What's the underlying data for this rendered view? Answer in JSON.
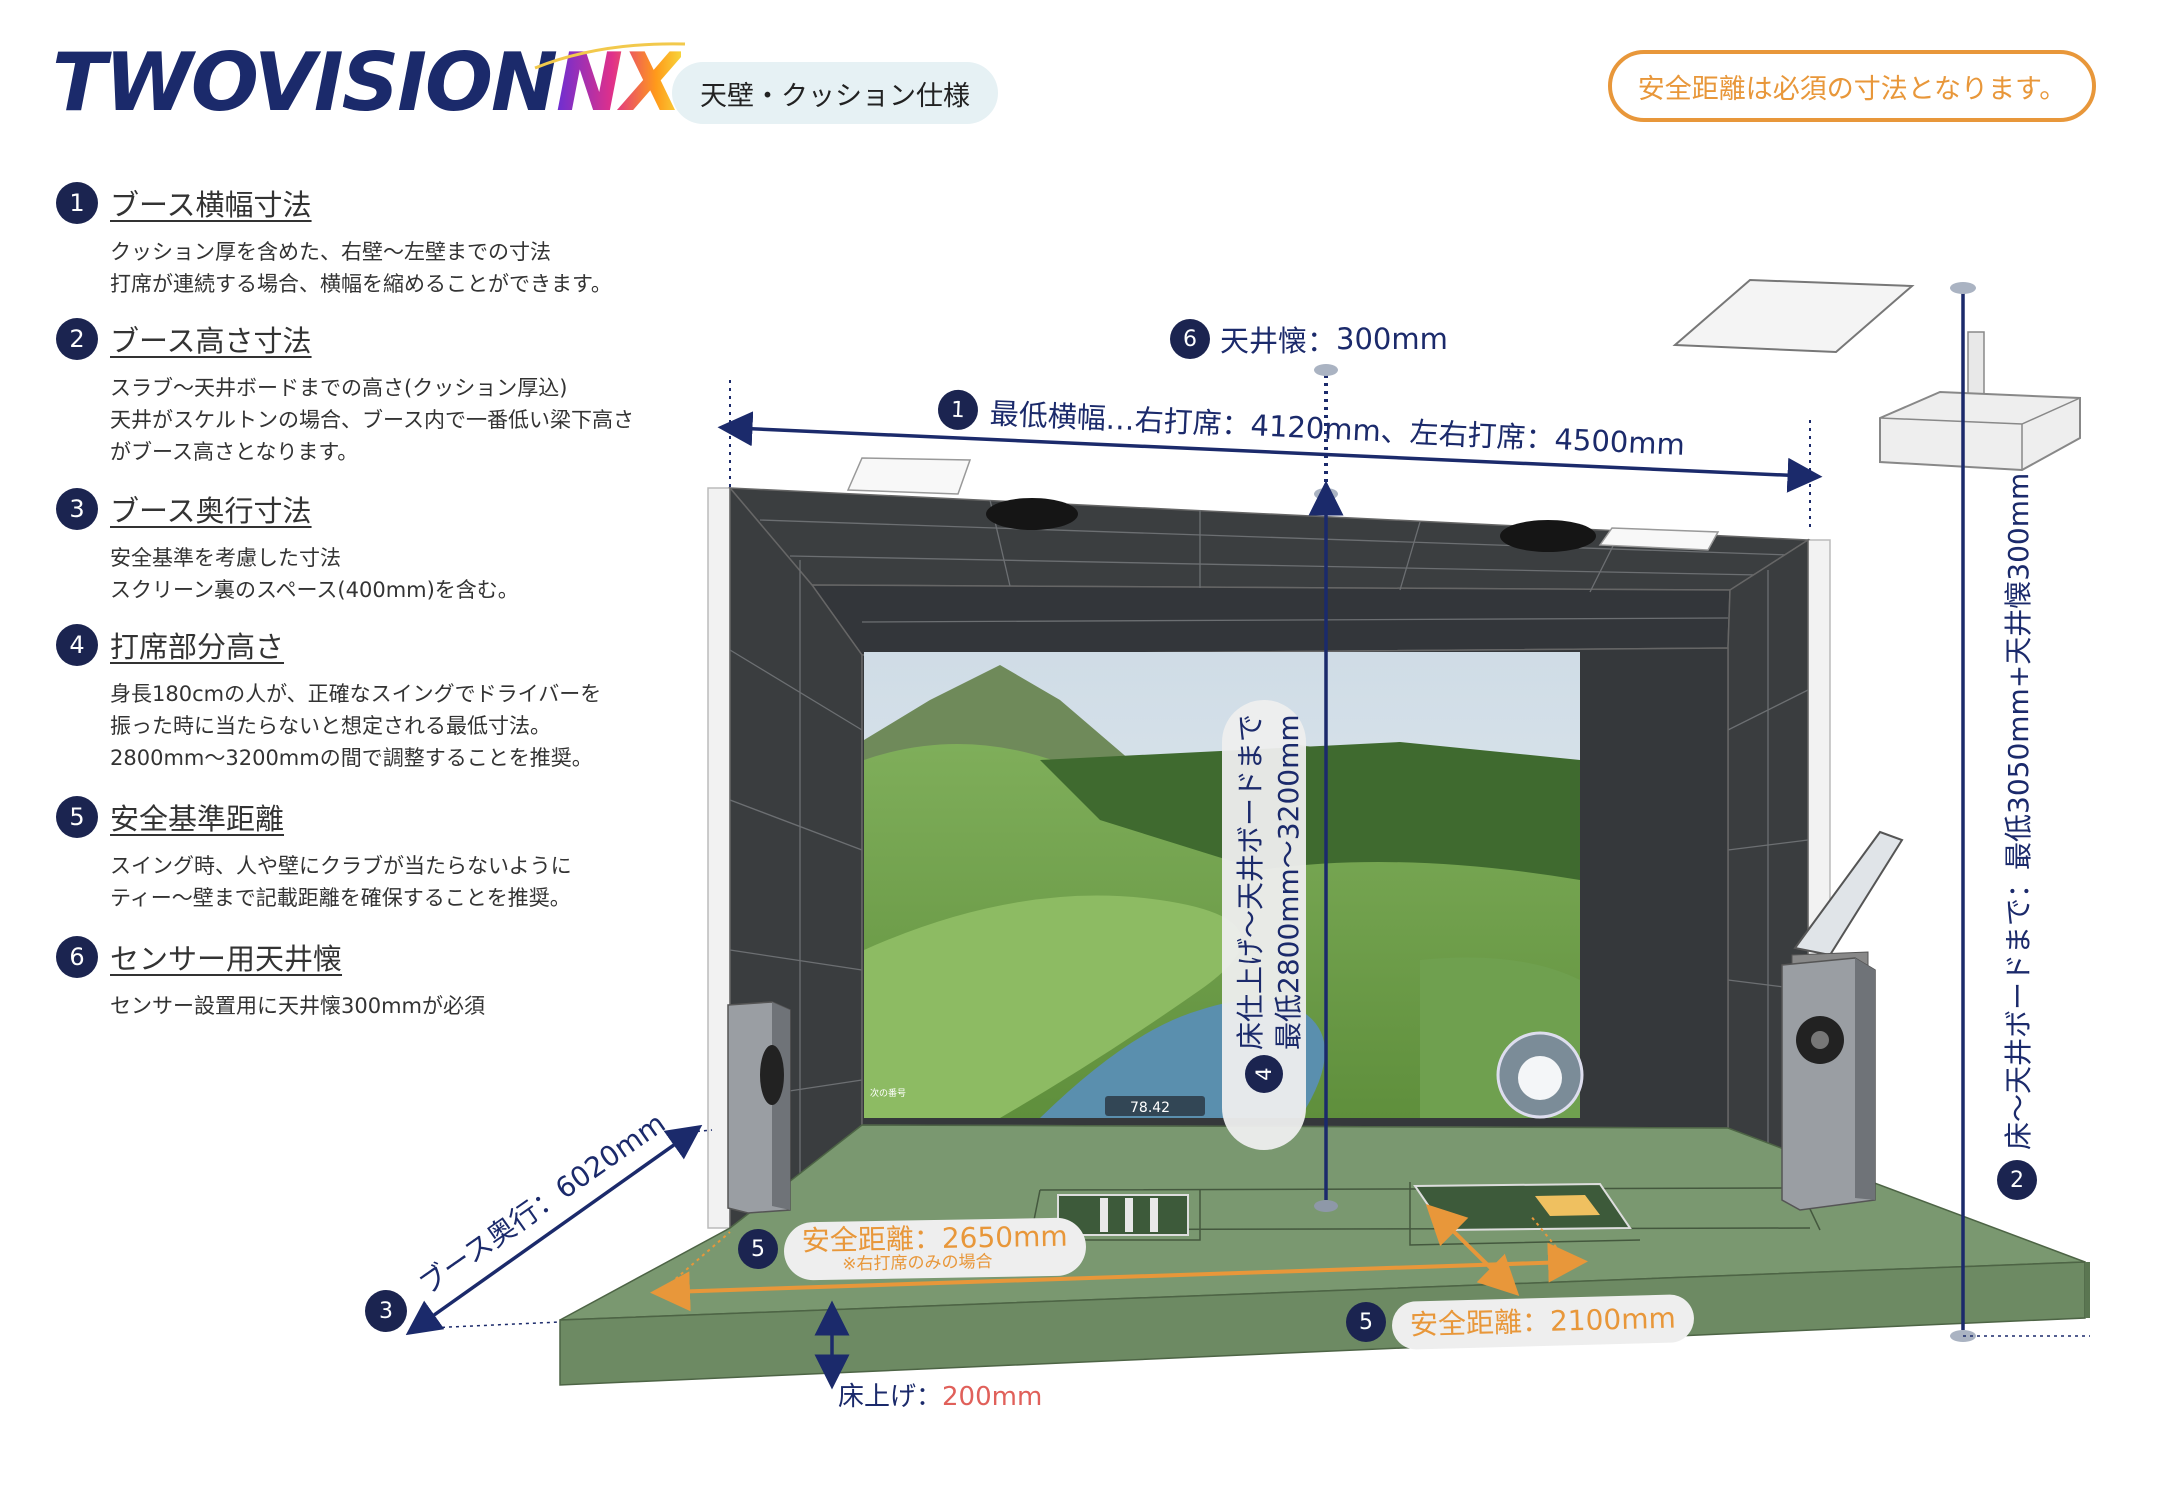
{
  "brand": {
    "name_main": "TWOVISION",
    "name_accent": "NX"
  },
  "header": {
    "subtitle": "天壁・クッション仕様",
    "notice": "安全距離は必須の寸法となります。"
  },
  "items": [
    {
      "num": "1",
      "title": "ブース横幅寸法",
      "lines": [
        "クッション厚を含めた、右壁〜左壁までの寸法",
        "打席が連続する場合、横幅を縮めることができます。"
      ]
    },
    {
      "num": "2",
      "title": "ブース高さ寸法",
      "lines": [
        "スラブ〜天井ボードまでの高さ(クッション厚込)",
        "天井がスケルトンの場合、ブース内で一番低い梁下高さ",
        "がブース高さとなります。"
      ]
    },
    {
      "num": "3",
      "title": "ブース奥行寸法",
      "lines": [
        "安全基準を考慮した寸法",
        "スクリーン裏のスペース(400mm)を含む。"
      ]
    },
    {
      "num": "4",
      "title": "打席部分高さ",
      "lines": [
        "身長180cmの人が、正確なスイングでドライバーを",
        "振った時に当たらないと想定される最低寸法。",
        "2800mm〜3200mmの間で調整することを推奨。"
      ]
    },
    {
      "num": "5",
      "title": "安全基準距離",
      "lines": [
        "スイング時、人や壁にクラブが当たらないように",
        "ティー〜壁まで記載距離を確保することを推奨。"
      ]
    },
    {
      "num": "6",
      "title": "センサー用天井懐",
      "lines": [
        "センサー設置用に天井懐300mmが必須"
      ]
    }
  ],
  "diagram": {
    "width": {
      "num": "1",
      "text": "最低横幅…右打席：4120mm、左右打席：4500mm"
    },
    "height": {
      "num": "2",
      "text": "床〜天井ボードまで：最低3050mm+天井懐300mm"
    },
    "depth": {
      "num": "3",
      "text": "ブース奥行：6020mm"
    },
    "hitting_height": {
      "num": "4",
      "line1": "床仕上げ〜天井ボードまで",
      "line2": "最低2800mm〜3200mm"
    },
    "safety_right_only": {
      "num": "5",
      "text": "安全距離：2650mm",
      "note": "※右打席のみの場合"
    },
    "safety_lr": {
      "num": "5",
      "text": "安全距離：2100mm"
    },
    "ceiling_space": {
      "num": "6",
      "label": "天井懐：",
      "value": "300mm"
    },
    "floor_raise": {
      "label": "床上げ：",
      "value": "200mm"
    },
    "screen": {
      "hole": "次の番号",
      "dist": "78.42"
    }
  },
  "colors": {
    "navy": "#1b2450",
    "orange": "#e8973a",
    "green": "#7a9870",
    "wall": "#3a3d3f"
  }
}
